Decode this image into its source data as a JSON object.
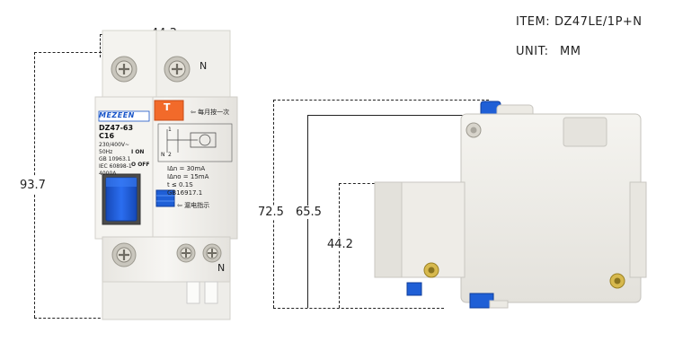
{
  "spec": {
    "item_label": "ITEM:",
    "item_value": "DZ47LE/1P+N",
    "unit_label": "UNIT:",
    "unit_value": "MM"
  },
  "dimensions": {
    "width": "44.3",
    "height_front": "93.7",
    "depth_total": "72.5",
    "depth_body": "65.5",
    "depth_front": "44.2"
  },
  "front": {
    "terminal_n_top": "N",
    "terminal_n_bottom": "N",
    "brand": "MEZEEN",
    "model": "DZ47-63",
    "rating": "C16",
    "voltage": "230/400V~",
    "frequency": "50Hz",
    "standard_1": "GB 10963.1",
    "standard_2": "IEC 60898-1",
    "breaking": "4000A",
    "on_label": "I ON",
    "off_label": "O OFF",
    "test_button": "T",
    "test_hint": "每月按一次",
    "rcd_in": "IΔn = 30mA",
    "rcd_ino": "IΔno = 15mA",
    "rcd_t": "t ≤ 0.1S",
    "rcd_std": "GB16917.1",
    "leak_indicator": "漏电指示",
    "diagram_n": "N",
    "diagram_1": "1",
    "diagram_2": "2"
  },
  "colors": {
    "handle_blue": "#1f5fd6",
    "test_orange": "#f26a2a",
    "body_white": "#f3f2ef",
    "brand_blue": "#1a56c9"
  }
}
